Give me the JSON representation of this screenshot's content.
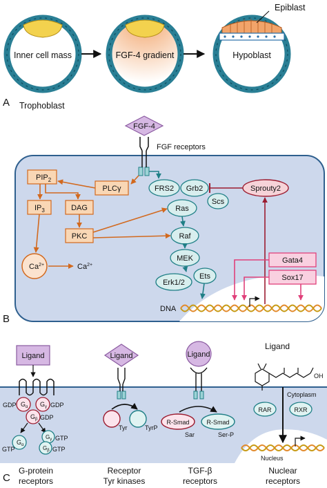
{
  "panelA": {
    "letter": "A",
    "stage1": "Inner cell mass",
    "stage2": "FGF-4 gradient",
    "stage3": "Hypoblast",
    "epiblast": "Epiblast",
    "trophoblast": "Trophoblast"
  },
  "panelB": {
    "letter": "B",
    "ligand": "FGF-4",
    "receptor": "FGF receptors",
    "pip2_base": "PIP",
    "pip2_sub": "2",
    "plc": "PLCγ",
    "ip3_base": "IP",
    "ip3_sub": "3",
    "dag": "DAG",
    "pkc": "PKC",
    "ca_in": "Ca",
    "ca_out": "Ca",
    "ca_sup": "2+",
    "frs2": "FRS2",
    "grb2": "Grb2",
    "scs": "Scs",
    "sprouty2": "Sprouty2",
    "ras": "Ras",
    "raf": "Raf",
    "mek": "MEK",
    "erk": "Erk1/2",
    "ets": "Ets",
    "gata4": "Gata4",
    "sox17": "Sox17",
    "dna": "DNA"
  },
  "panelC": {
    "letter": "C",
    "ligand1": "Ligand",
    "ligand2": "Ligand",
    "ligand3": "Ligand",
    "ligand4": "Ligand",
    "g": "G",
    "sub_a": "α",
    "sub_b": "β",
    "sub_g": "γ",
    "gdp": "GDP",
    "gtp": "GTP",
    "tyr": "Tyr",
    "tyrp": "TyrP",
    "rsmad1": "R-Smad",
    "rsmad2": "R-Smad",
    "sar": "Sar",
    "serp": "Ser-P",
    "oh": "OH",
    "cytoplasm": "Cytoplasm",
    "rar": "RAR",
    "rxr": "RXR",
    "nucleus": "Nucleus",
    "cap1a": "G-protein",
    "cap1b": "receptors",
    "cap2a": "Receptor",
    "cap2b": "Tyr kinases",
    "cap3a": "TGF-β",
    "cap3b": "receptors",
    "cap4a": "Nuclear",
    "cap4b": "receptors"
  },
  "colors": {
    "orange": "#d2691e",
    "teal": "#1f7f86",
    "maroon": "#9b1b2f",
    "pink": "#e0407a",
    "purple_fill": "#d6b8e3",
    "purple_line": "#8a5aa0",
    "cytoplasm": "#cdd8ec",
    "membrane": "#2e5f8e"
  }
}
